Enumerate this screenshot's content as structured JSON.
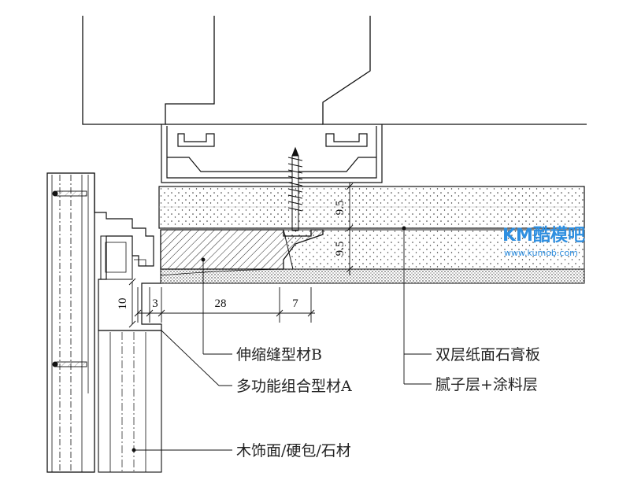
{
  "dimensions": {
    "d10": "10",
    "d3": "3",
    "d28": "28",
    "d7": "7",
    "d95a": "9.5",
    "d95b": "9.5"
  },
  "labels": {
    "expansion_joint": "伸缩缝型材B",
    "multi_profile": "多功能组合型材A",
    "wood_finish": "木饰面/硬包/石材",
    "gypsum_board": "双层纸面石膏板",
    "putty_paint": "腻子层+涂料层"
  },
  "watermark": {
    "brand": "KM酷模吧",
    "url": "www.kumob.com"
  },
  "colors": {
    "line": "#111111",
    "watermark": "#2f8fe0"
  }
}
